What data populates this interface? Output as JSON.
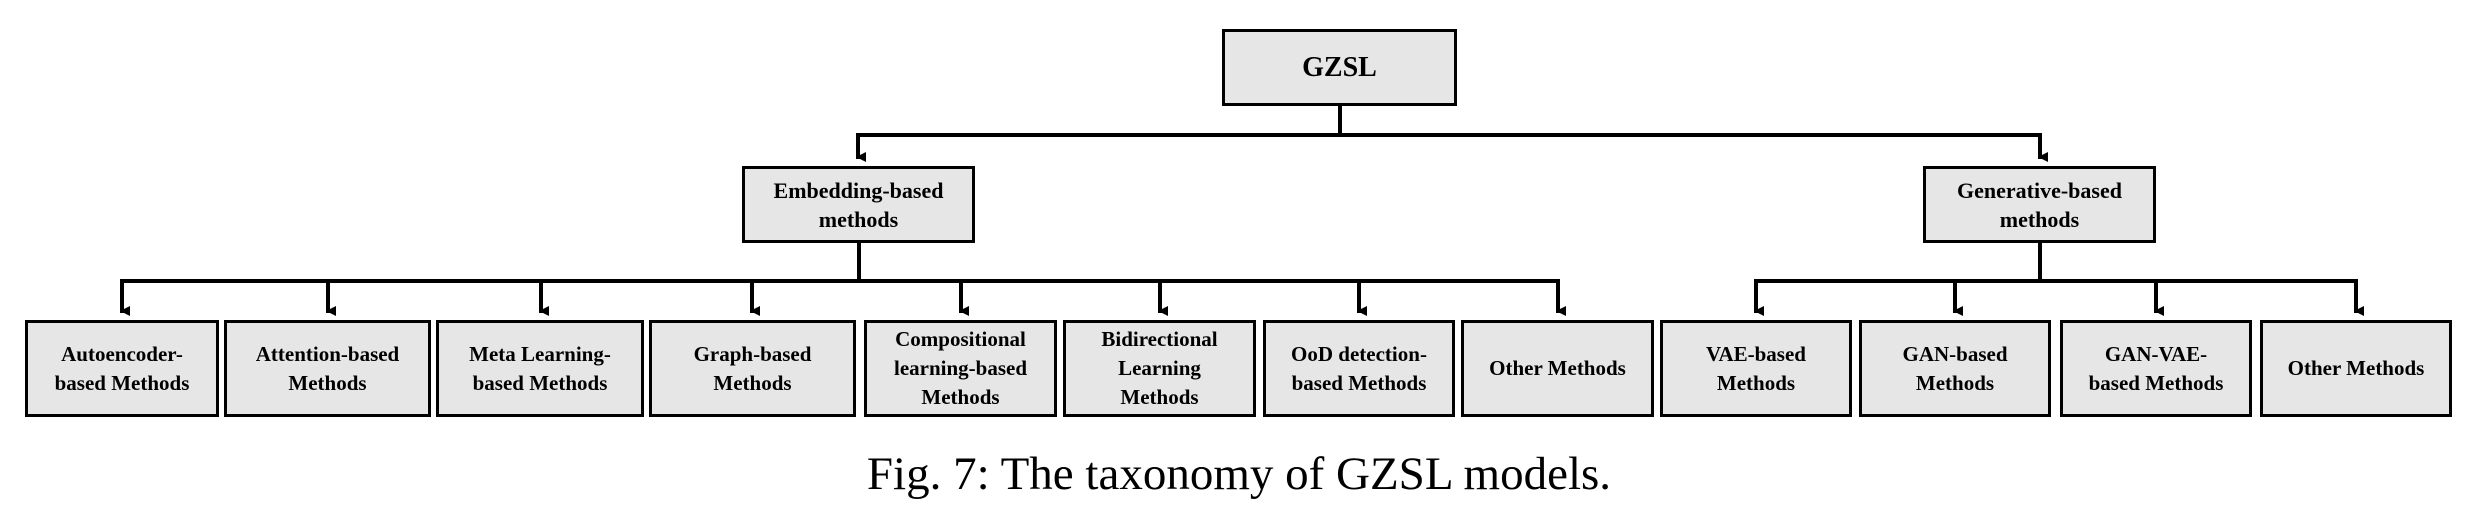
{
  "figure": {
    "caption": "Fig. 7: The taxonomy of GZSL models.",
    "colors": {
      "node_fill": "#e6e6e6",
      "node_border": "#000000",
      "edge": "#000000"
    }
  },
  "tree": {
    "id": "gzsl",
    "label": "GZSL",
    "children": [
      {
        "id": "embedding",
        "label": "Embedding-based\nmethods",
        "children": [
          {
            "id": "autoencoder",
            "label": "Autoencoder-\nbased Methods"
          },
          {
            "id": "attention",
            "label": "Attention-based\nMethods"
          },
          {
            "id": "meta-learning",
            "label": "Meta Learning-\nbased Methods"
          },
          {
            "id": "graph",
            "label": "Graph-based\nMethods"
          },
          {
            "id": "compositional",
            "label": "Compositional\nlearning-based\nMethods"
          },
          {
            "id": "bidirectional",
            "label": "Bidirectional\nLearning\nMethods"
          },
          {
            "id": "ood-detection",
            "label": "OoD detection-\nbased Methods"
          },
          {
            "id": "embedding-other",
            "label": "Other Methods"
          }
        ]
      },
      {
        "id": "generative",
        "label": "Generative-based\nmethods",
        "children": [
          {
            "id": "vae",
            "label": "VAE-based\nMethods"
          },
          {
            "id": "gan",
            "label": "GAN-based\nMethods"
          },
          {
            "id": "gan-vae",
            "label": "GAN-VAE-\nbased Methods"
          },
          {
            "id": "generative-other",
            "label": "Other Methods"
          }
        ]
      }
    ]
  }
}
